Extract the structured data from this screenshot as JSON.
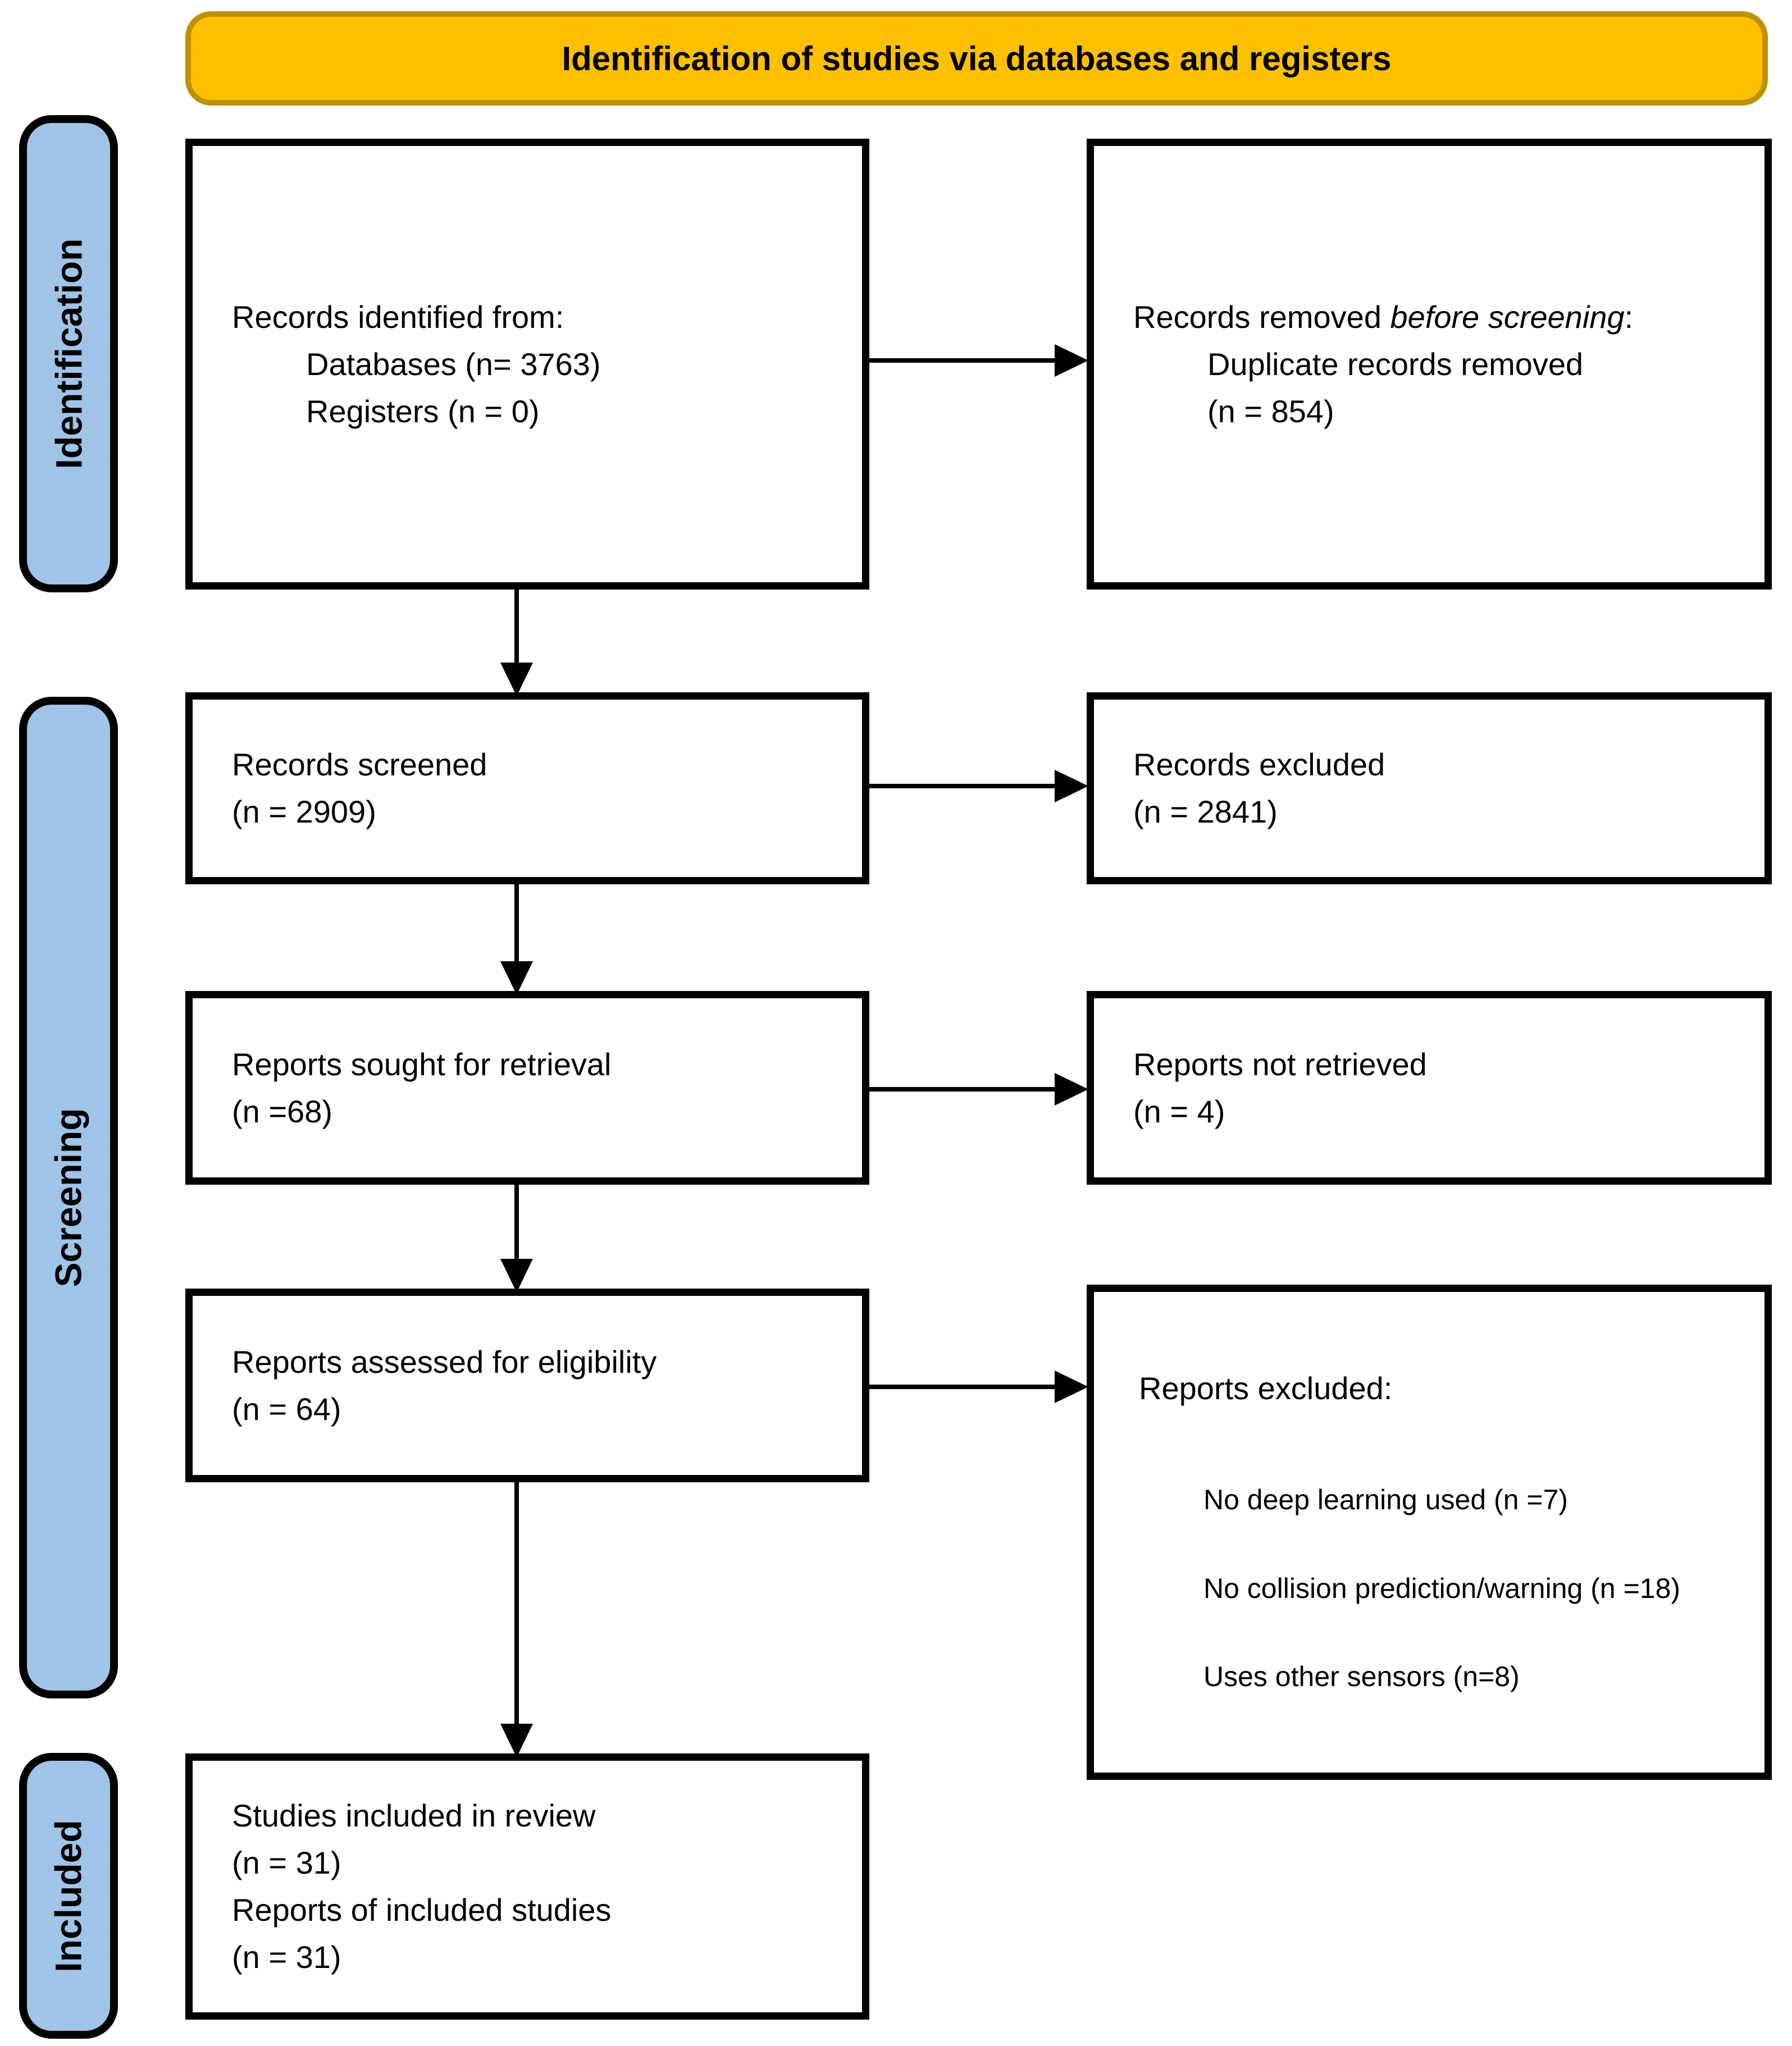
{
  "banner": {
    "title": "Identification of studies via databases and registers"
  },
  "stages": {
    "identification": "Identification",
    "screening": "Screening",
    "included": "Included"
  },
  "boxes": {
    "identified": {
      "title": "Records identified from:",
      "items": [
        "Databases (n= 3763)",
        "Registers (n = 0)"
      ]
    },
    "removed": {
      "title_prefix": "Records removed ",
      "title_italic": "before screening",
      "title_suffix": ":",
      "items": [
        "Duplicate records removed",
        "(n = 854)"
      ]
    },
    "screened": {
      "lines": [
        "Records screened",
        "(n = 2909)"
      ]
    },
    "records_excluded": {
      "lines": [
        "Records excluded",
        "(n = 2841)"
      ]
    },
    "sought": {
      "lines": [
        "Reports sought for retrieval",
        "(n =68)"
      ]
    },
    "not_retrieved": {
      "lines": [
        "Reports not retrieved",
        "(n = 4)"
      ]
    },
    "assessed": {
      "lines": [
        "Reports assessed for eligibility",
        "(n = 64)"
      ]
    },
    "reports_excluded": {
      "title": "Reports excluded:",
      "reasons": [
        "No deep learning used (n =7)",
        "No collision prediction/warning (n =18)",
        "Uses other sensors (n=8)"
      ]
    },
    "included_studies": {
      "lines": [
        "Studies included in review",
        "(n = 31)",
        "Reports of included studies",
        "(n = 31)"
      ]
    }
  },
  "colors": {
    "banner_fill": "#FFC000",
    "banner_border": "#BF9000",
    "stage_fill": "#A0C4E8",
    "line": "#000000"
  }
}
